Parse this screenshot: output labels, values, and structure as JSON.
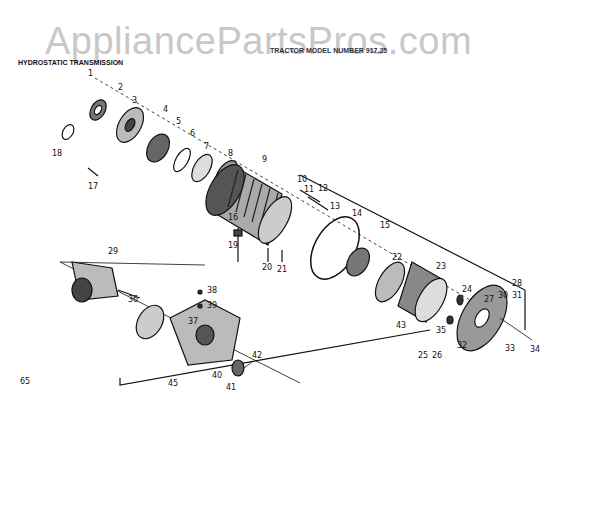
{
  "diagram": {
    "title": "HYDROSTATIC TRANSMISSION",
    "labels": [
      "AppliancePartsPros.com",
      "TRACTOR MODEL NUMBER 917.25",
      "1",
      "2",
      "3",
      "4",
      "5",
      "6",
      "7",
      "8",
      "9",
      "10",
      "11",
      "12",
      "13",
      "14",
      "15",
      "16",
      "17",
      "18",
      "19",
      "20",
      "21",
      "22",
      "23",
      "24",
      "25",
      "26",
      "27",
      "28",
      "29",
      "30",
      "31",
      "32",
      "33",
      "34",
      "35",
      "36",
      "37",
      "38",
      "39",
      "40",
      "41",
      "42",
      "43",
      "45",
      "65"
    ]
  }
}
